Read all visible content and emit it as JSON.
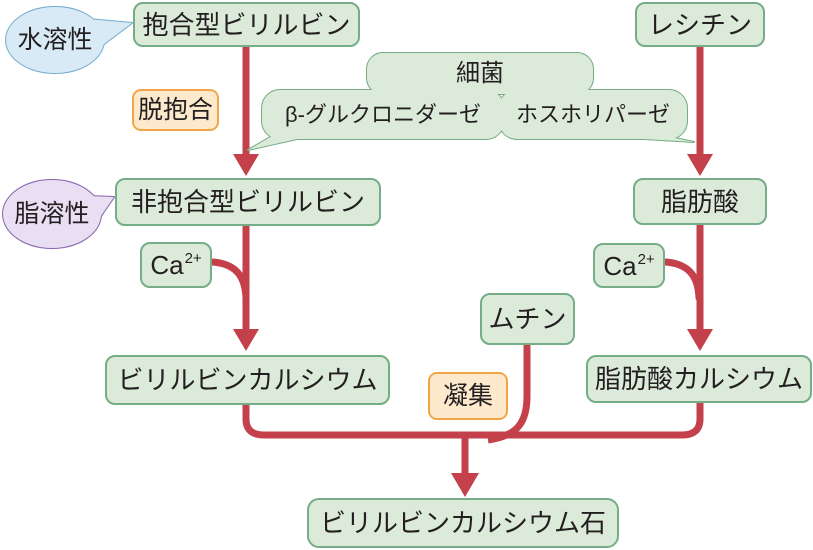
{
  "labels": {
    "water_soluble": "水溶性",
    "conjugated_bilirubin": "抱合型ビリルビン",
    "lecithin": "レシチン",
    "deconjugation": "脱抱合",
    "bacteria": "細菌",
    "beta_glucuronidase": "β-グルクロニダーゼ",
    "phospholipase": "ホスホリパーゼ",
    "fat_soluble": "脂溶性",
    "unconjugated_bilirubin": "非抱合型ビリルビン",
    "fatty_acid": "脂肪酸",
    "calcium": {
      "symbol": "Ca",
      "charge": "2+"
    },
    "mucin": "ムチン",
    "bilirubin_calcium": "ビリルビンカルシウム",
    "aggregation": "凝集",
    "fatty_acid_calcium": "脂肪酸カルシウム",
    "bilirubin_calcium_stone": "ビリルビンカルシウム石"
  },
  "colors": {
    "green_fill": "#dcead9",
    "green_border": "#74ad86",
    "orange_fill": "#fdeacc",
    "orange_border": "#f2a648",
    "blue_fill": "#d8eaf6",
    "blue_border": "#73a9cd",
    "purple_fill": "#e8dff2",
    "purple_border": "#8a63ae",
    "arrow_red": "#c4404a",
    "text": "#231f20"
  }
}
